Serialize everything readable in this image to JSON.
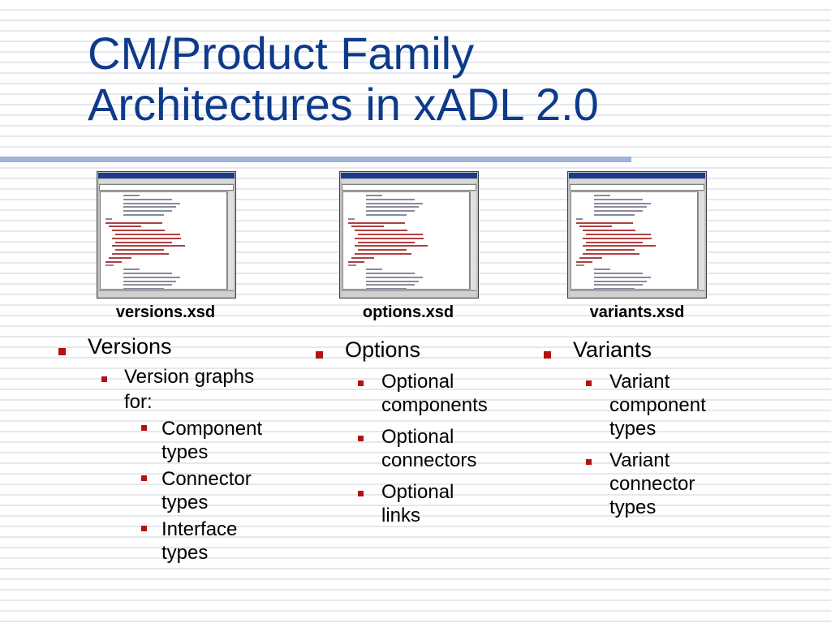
{
  "title": {
    "line1": "CM/Product Family",
    "line2": "Architectures in xADL 2.0"
  },
  "captions": [
    "versions.xsd",
    "options.xsd",
    "variants.xsd"
  ],
  "versions": {
    "label": "Versions",
    "sub": {
      "label_line1": "Version graphs",
      "label_line2": "for:",
      "items": [
        {
          "line1": "Component",
          "line2": "types"
        },
        {
          "line1": "Connector",
          "line2": "types"
        },
        {
          "line1": "Interface",
          "line2": "types"
        }
      ]
    }
  },
  "options": {
    "label": "Options",
    "items": [
      {
        "line1": "Optional",
        "line2": "components"
      },
      {
        "line1": "Optional",
        "line2": "connectors"
      },
      {
        "line1": "Optional",
        "line2": "links"
      }
    ]
  },
  "variants": {
    "label": "Variants",
    "items": [
      {
        "line1": "Variant",
        "line2": "component",
        "line3": "types"
      },
      {
        "line1": "Variant",
        "line2": "connector",
        "line3": "types"
      }
    ]
  },
  "colors": {
    "title": "#0d3a8a",
    "bullet": "#b31212",
    "rule": "#9fb4d6"
  }
}
